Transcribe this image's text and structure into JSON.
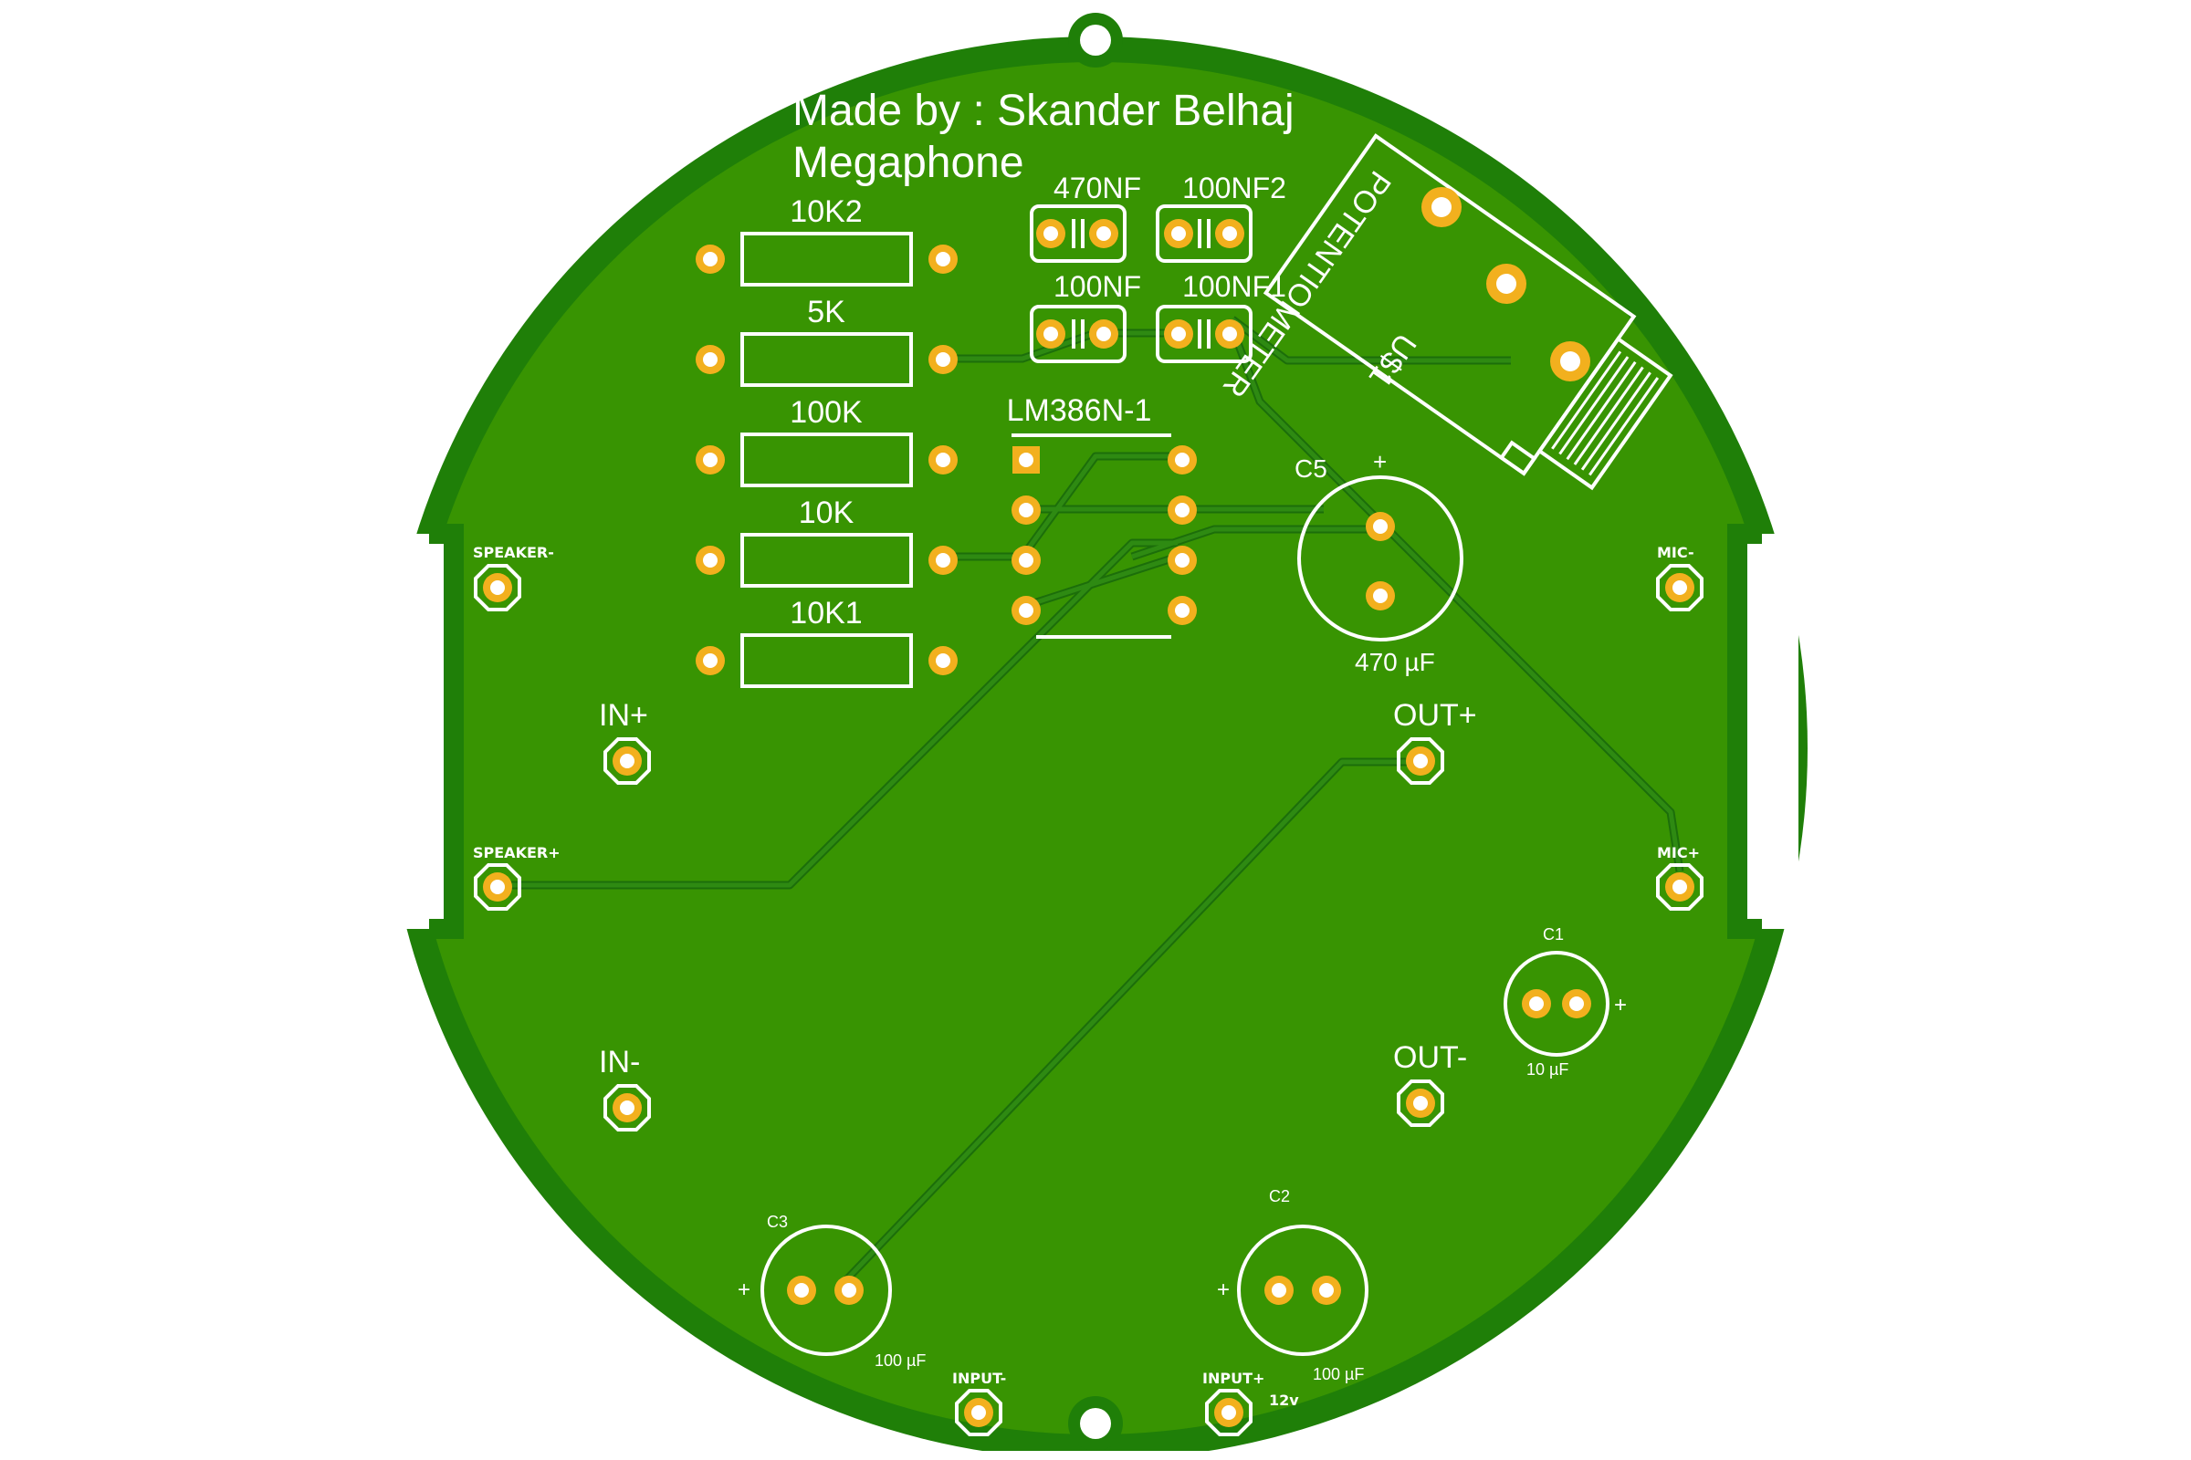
{
  "board": {
    "title_line1": "Made by : Skander Belhaj",
    "title_line2": "Megaphone",
    "colors": {
      "board_outer": "#1f7f08",
      "board_inner": "#389402",
      "trace": "#2e8a12",
      "trace_edge": "#1c6e0a",
      "pad_ring": "#f2b01e",
      "pad_hole": "#ffffff",
      "silkscreen": "#ffffff"
    }
  },
  "resistors": [
    {
      "label": "10K2"
    },
    {
      "label": "5K"
    },
    {
      "label": "100K"
    },
    {
      "label": "10K"
    },
    {
      "label": "10K1"
    }
  ],
  "capacitors_small": [
    {
      "label": "470NF"
    },
    {
      "label": "100NF2"
    },
    {
      "label": "100NF"
    },
    {
      "label": "100NF1"
    }
  ],
  "ic": {
    "label": "LM386N-1"
  },
  "potentiometer": {
    "name": "POTENTIOMETER",
    "ref": "U$1"
  },
  "electrolytics": {
    "c5": {
      "ref": "C5",
      "plus": "+",
      "value": "470  µF"
    },
    "c1": {
      "ref": "C1",
      "plus": "+",
      "value": "10  µF"
    },
    "c3": {
      "ref": "C3",
      "plus": "+",
      "value": "100  µF"
    },
    "c2": {
      "ref": "C2",
      "plus": "+",
      "value": "100  µF"
    }
  },
  "connectors": {
    "in_plus": "IN+",
    "in_minus": "IN-",
    "out_plus": "OUT+",
    "out_minus": "OUT-",
    "speaker_minus": "SPEAKER-",
    "speaker_plus": "SPEAKER+",
    "mic_minus": "MIC-",
    "mic_plus": "MIC+",
    "input_minus": "INPUT-",
    "input_plus": "INPUT+",
    "supply": "12v"
  }
}
